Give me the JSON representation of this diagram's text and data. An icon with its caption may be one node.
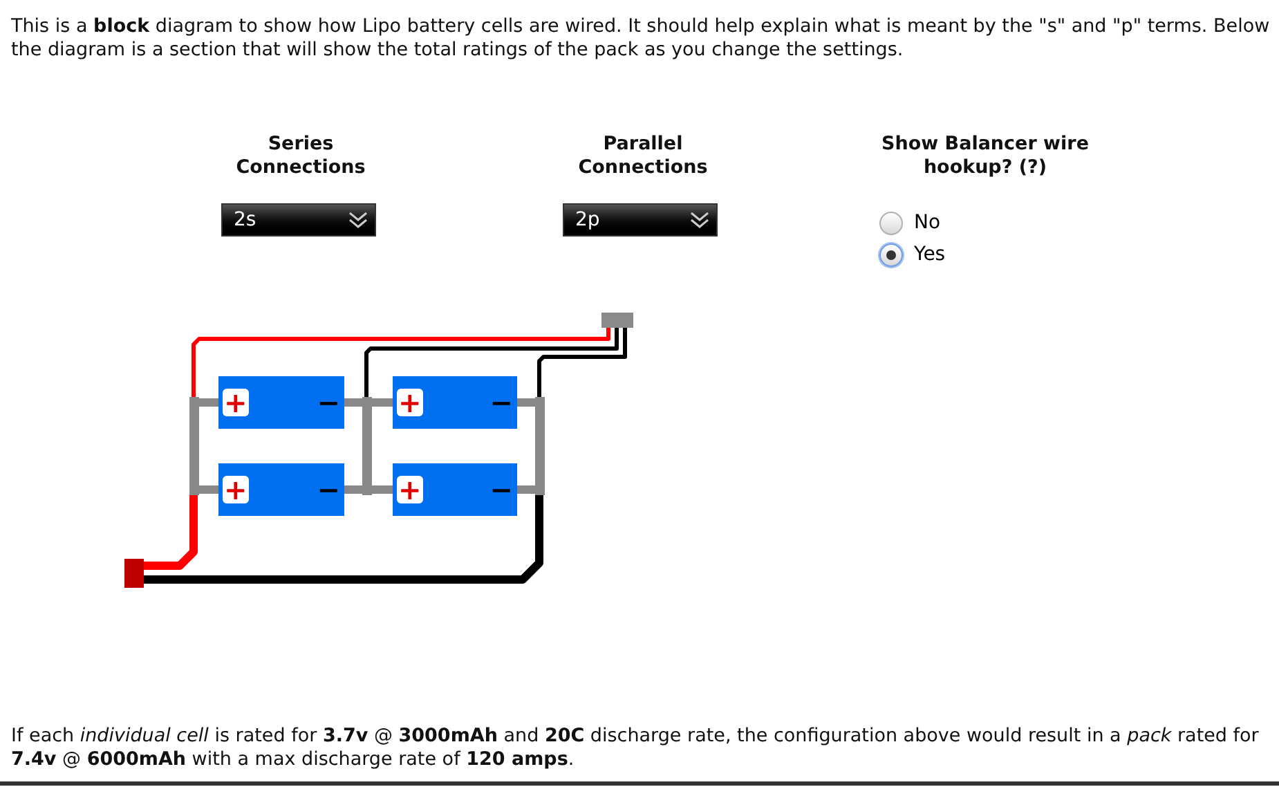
{
  "diagram": {
    "nodes": [
      {
        "text": [
          "+",
          "−"
        ]
      },
      {
        "text": [
          "+",
          "−"
        ]
      },
      {
        "text": [
          "+",
          "−"
        ]
      },
      {
        "text": [
          "+",
          "−"
        ]
      },
      {
        "text": [],
        "shape": "box"
      },
      {
        "text": [],
        "shape": "box"
      },
      {
        "text": [],
        "shape": "bar"
      },
      {
        "text": [],
        "shape": "bar"
      },
      {
        "text": [],
        "shape": "bar"
      }
    ],
    "edges": [
      {
        "from": 0,
        "to": 6,
        "arrow": "none",
        "color": "#888888"
      },
      {
        "from": 0,
        "to": 7,
        "arrow": "none",
        "color": "#888888"
      },
      {
        "from": 1,
        "to": 7,
        "arrow": "none",
        "color": "#888888"
      },
      {
        "from": 1,
        "to": 8,
        "arrow": "none",
        "color": "#888888"
      },
      {
        "from": 2,
        "to": 6,
        "arrow": "none",
        "color": "#888888"
      },
      {
        "from": 2,
        "to": 7,
        "arrow": "none",
        "color": "#888888"
      },
      {
        "from": 3,
        "to": 7,
        "arrow": "none",
        "color": "#888888"
      },
      {
        "from": 3,
        "to": 8,
        "arrow": "none",
        "color": "#888888"
      },
      {
        "from": 4,
        "to": 6,
        "arrow": "none",
        "color": "#ff0000"
      },
      {
        "from": 4,
        "to": 8,
        "arrow": "none",
        "color": "#000000"
      },
      {
        "from": 5,
        "to": 6,
        "arrow": "none",
        "color": "#ff0000"
      },
      {
        "from": 5,
        "to": 7,
        "arrow": "none",
        "color": "#000000"
      },
      {
        "from": 5,
        "to": 8,
        "arrow": "none",
        "color": "#000000"
      }
    ],
    "labels": [
      "This is a **block** diagram to show how Lipo battery cells are wired. It should help explain what is meant by the \"s\" and \"p\" terms. Below the diagram is a section that will show the total ratings of the pack as you change the settings.",
      "Series Connections",
      "Parallel Connections",
      "Show Balancer wire hookup? (?)",
      "2s",
      "2p",
      "No",
      "Yes",
      "If each *individual cell* is rated for **3.7v** @ **3000mAh** and **20C** discharge rate, the configuration above would result in a *pack* rated for **7.4v** @ **6000mAh** with a max discharge rate of **120 amps**."
    ]
  }
}
